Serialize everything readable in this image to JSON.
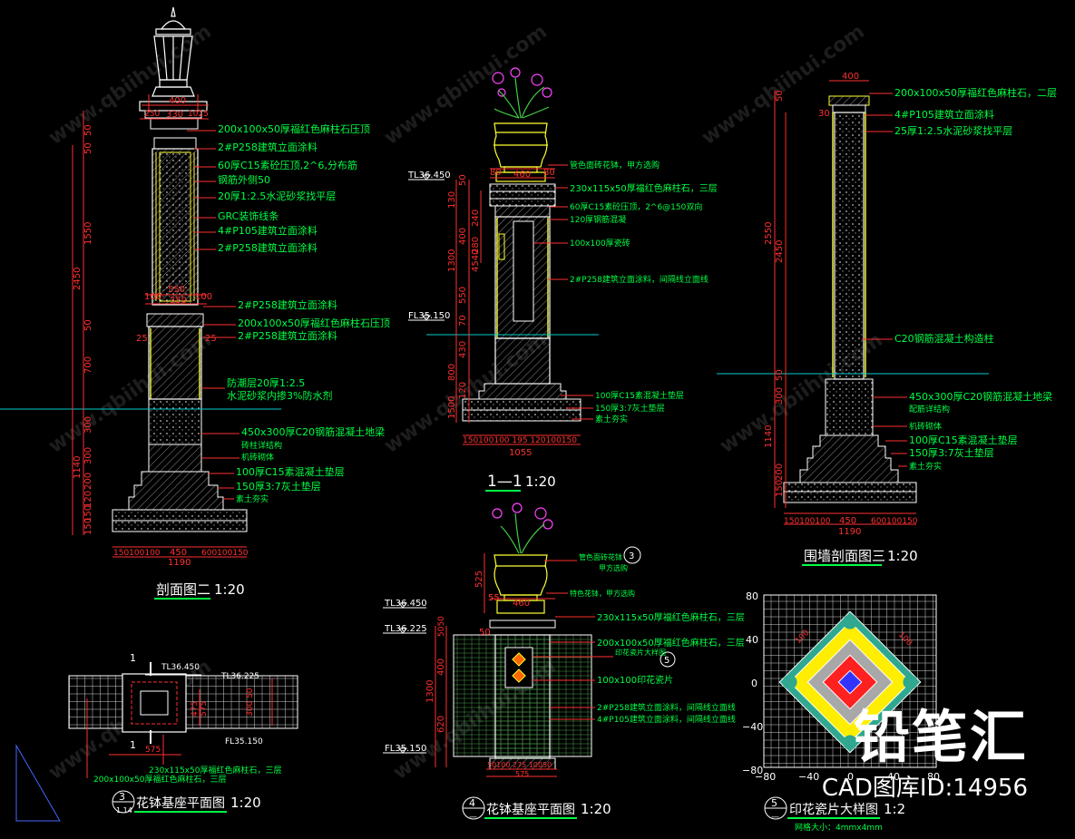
{
  "colors": {
    "background": "#000000",
    "dim": "#ff3030",
    "text": "#00ff44",
    "outline": "#ffffff",
    "section": "#ffff33",
    "hatch": "#9a9a9a",
    "ground": "#00cccc",
    "title": "#ffffff"
  },
  "titles": {
    "section2": "剖面图二",
    "section2_scale": "1:20",
    "section11": "1—1",
    "section11_scale": "1:20",
    "wall3": "围墙剖面图三",
    "wall3_scale": "1:20",
    "plan3": "花钵基座平面图",
    "plan3_scale": "1:20",
    "plan3_num": "3",
    "plan3_ref": "1.14",
    "plan4": "花钵基座平面图",
    "plan4_scale": "1:20",
    "plan4_num": "4",
    "plan4_ref": "—",
    "tile5": "印花瓷片大样图",
    "tile5_scale": "1:2",
    "tile5_num": "5",
    "tile5_ref": "—",
    "tile5_grid": "网格大小：4mmx4mm"
  },
  "col_dims": {
    "d400": "400",
    "d250": "250",
    "d330": "330",
    "d1025": "1025",
    "d50a": "50",
    "d50b": "50",
    "d1550": "1550",
    "d2450": "2450",
    "d550": "550",
    "d350": "350",
    "d100a": "100",
    "d100b": "100",
    "d25a": "25",
    "d25b": "25",
    "d50c": "50",
    "d700": "700",
    "d300": "300",
    "d300b": "300",
    "d200": "200",
    "d1140": "1140",
    "d120": "120",
    "d150": "150",
    "d150b": "150",
    "bot": "150100100",
    "d450": "450",
    "d600": "600100150",
    "d1190": "1190"
  },
  "col_notes": [
    "200x100x50厚福红色麻柱石压顶",
    "2#P258建筑立面涂料",
    "60厚C15素砼压顶,2^6,分布筋",
    "钢筋外侧50",
    "20厚1:2.5水泥砂浆找平层",
    "GRC装饰线条",
    "4#P105建筑立面涂料",
    "2#P258建筑立面涂料",
    "2#P258建筑立面涂料",
    "200x100x50厚福红色麻柱石压顶",
    "2#P258建筑立面涂料",
    "防潮层20厚1:2.5",
    "水泥砂浆内掺3%防水剂",
    "450x300厚C20钢筋混凝土地梁",
    "砖柱详结构",
    "机砖砌体",
    "100厚C15素混凝土垫层",
    "150厚3:7灰土垫层",
    "素土夯实"
  ],
  "s11_levels": {
    "tl": "TL36.450",
    "fl": "FL35.150"
  },
  "s11_dims": {
    "d80a": "80",
    "d460": "460",
    "d80b": "80",
    "d50": "50",
    "d130": "130",
    "d240": "240",
    "d400": "400",
    "d280": "280",
    "d1300": "1300",
    "d4540": "4540",
    "d550": "550",
    "d430": "430",
    "d800": "800",
    "d120": "120",
    "d1500": "1500",
    "d70": "70",
    "bot": "150100100 195 120100150",
    "d1055": "1055"
  },
  "s11_notes": [
    "管色面砖花钵，甲方选购",
    "230x115x50厚福红色麻柱石，三层",
    "60厚C15素砼压顶，2^6@150双向",
    "120厚钢筋混凝",
    "100x100厚瓷砖",
    "2#P258建筑立面涂料，间隔线立面线",
    "100厚C15素混凝土垫层",
    "150厚3:7灰土垫层",
    "素土夯实"
  ],
  "wall_dims": {
    "d400": "400",
    "d30": "30",
    "d50a": "50",
    "d2550": "2550",
    "d2450": "2450",
    "d50b": "50",
    "d300": "300",
    "d1140": "1140",
    "d200": "200",
    "d150": "150",
    "d100": "100",
    "bot": "150100100",
    "d450": "450",
    "d600": "600100150",
    "d1190": "1190"
  },
  "wall_notes": [
    "200x100x50厚福红色麻柱石，二层",
    "4#P105建筑立面涂料",
    "25厚1:2.5水泥砂浆找平层",
    "C20钢筋混凝土构造柱",
    "450x300厚C20钢筋混凝土地梁",
    "配筋详结构",
    "机砖砌体",
    "100厚C15素混凝土垫层",
    "150厚3:7灰土垫层",
    "素土夯实"
  ],
  "plan3": {
    "tl": "TL36.450",
    "tl2": "TL36.225",
    "fl": "FL35.150",
    "cut": "1",
    "d575": "575",
    "d475": "475",
    "d575b": "575",
    "d50": "50",
    "d300": "300",
    "note1": "230x115x50厚福红色麻柱石，三层",
    "note2": "200x100x50厚福红色麻柱石，三层"
  },
  "plan4": {
    "tl": "TL36.450",
    "tl2": "TL36.225",
    "fl": "FL35.150",
    "d525": "525",
    "d55": "55",
    "d460": "460",
    "d50": "50",
    "d5050": "5050",
    "d400": "400",
    "d1300": "1300",
    "d620": "620",
    "bot": "50100 275 10050",
    "d575": "575",
    "ref": "3",
    "notes": [
      "管色面砖花钵",
      "甲方选购",
      "特色花钵，甲方选购",
      "230x115x50厚福红色麻柱石，三层",
      "200x100x50厚福红色麻柱石，三层",
      "印花瓷片大样图",
      "100x100印花瓷片",
      "2#P258建筑立面涂料，间隔线立面线",
      "4#P105建筑立面涂料，间隔线立面线"
    ]
  },
  "tile5": {
    "ticks_y": [
      "80",
      "40",
      "0",
      "−40",
      "−80"
    ],
    "ticks_x": [
      "−80",
      "−40",
      "0",
      "40",
      "80"
    ],
    "d1": "100",
    "d2": "100"
  },
  "watermark": {
    "logo": "铅笔汇",
    "id": "CAD图库ID:14956"
  }
}
